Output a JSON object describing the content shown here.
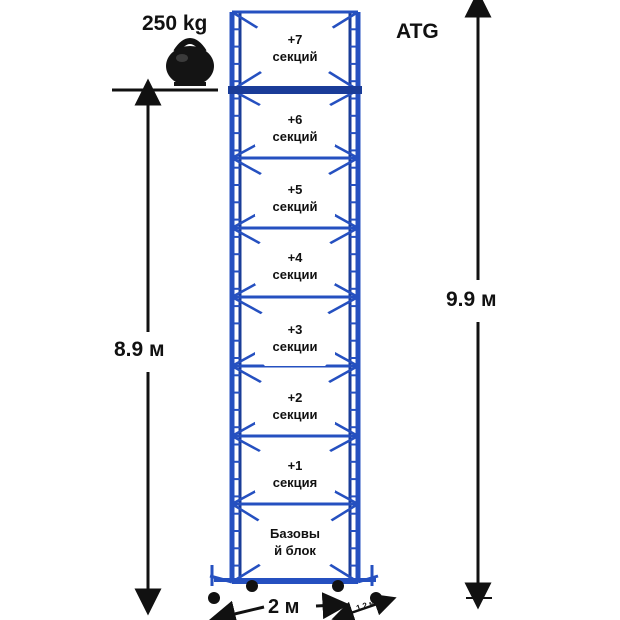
{
  "brand": "ATG",
  "load": "250 kg",
  "platform_height": "8.9 м",
  "total_height": "9.9 м",
  "width": "2 м",
  "depth": "1.2 м",
  "colors": {
    "frame": "#2550c0",
    "frame_dark": "#1a3c98",
    "text": "#111111"
  },
  "sections": [
    {
      "line1": "+7",
      "line2": "секций"
    },
    {
      "line1": "+6",
      "line2": "секций"
    },
    {
      "line1": "+5",
      "line2": "секций"
    },
    {
      "line1": "+4",
      "line2": "секции"
    },
    {
      "line1": "+3",
      "line2": "секции"
    },
    {
      "line1": "+2",
      "line2": "секции"
    },
    {
      "line1": "+1",
      "line2": "секция"
    },
    {
      "line1": "Базовы",
      "line2": "й блок"
    }
  ]
}
